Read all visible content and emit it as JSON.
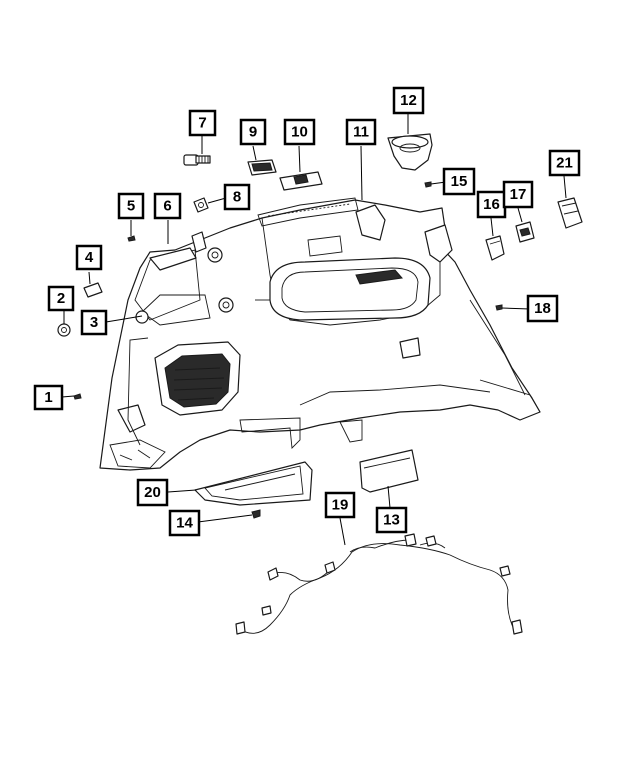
{
  "diagram": {
    "callouts": [
      {
        "id": "callout-1",
        "label": "1"
      },
      {
        "id": "callout-2",
        "label": "2"
      },
      {
        "id": "callout-3",
        "label": "3"
      },
      {
        "id": "callout-4",
        "label": "4"
      },
      {
        "id": "callout-5",
        "label": "5"
      },
      {
        "id": "callout-6",
        "label": "6"
      },
      {
        "id": "callout-7",
        "label": "7"
      },
      {
        "id": "callout-8",
        "label": "8"
      },
      {
        "id": "callout-9",
        "label": "9"
      },
      {
        "id": "callout-10",
        "label": "10"
      },
      {
        "id": "callout-11",
        "label": "11"
      },
      {
        "id": "callout-12",
        "label": "12"
      },
      {
        "id": "callout-13",
        "label": "13"
      },
      {
        "id": "callout-14",
        "label": "14"
      },
      {
        "id": "callout-15",
        "label": "15"
      },
      {
        "id": "callout-16",
        "label": "16"
      },
      {
        "id": "callout-17",
        "label": "17"
      },
      {
        "id": "callout-18",
        "label": "18"
      },
      {
        "id": "callout-19",
        "label": "19"
      },
      {
        "id": "callout-20",
        "label": "20"
      },
      {
        "id": "callout-21",
        "label": "21"
      }
    ],
    "colors": {
      "line": "#000000",
      "background": "#ffffff",
      "fill_dark": "#2a2a2a"
    }
  }
}
